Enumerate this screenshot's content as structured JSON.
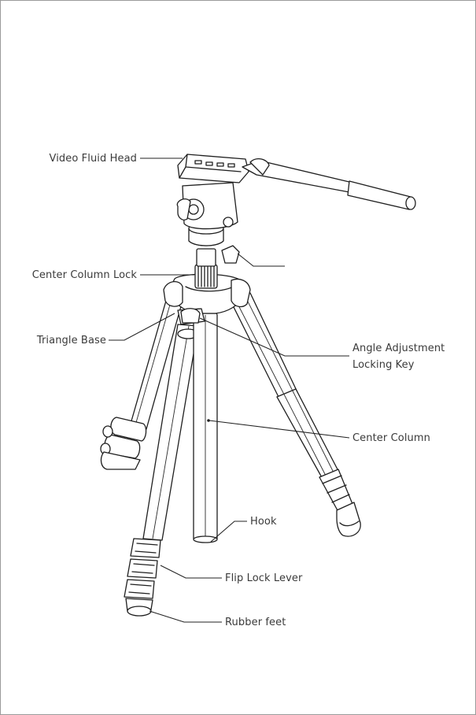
{
  "labels": {
    "video_fluid_head": "Video Fluid Head",
    "center_column_lock": "Center Column Lock",
    "triangle_base": "Triangle Base",
    "angle_line1": "Angle Adjustment",
    "angle_line2": "Locking Key",
    "center_column": "Center Column",
    "hook": "Hook",
    "flip_lock_lever": "Flip Lock Lever",
    "rubber_feet": "Rubber feet"
  }
}
